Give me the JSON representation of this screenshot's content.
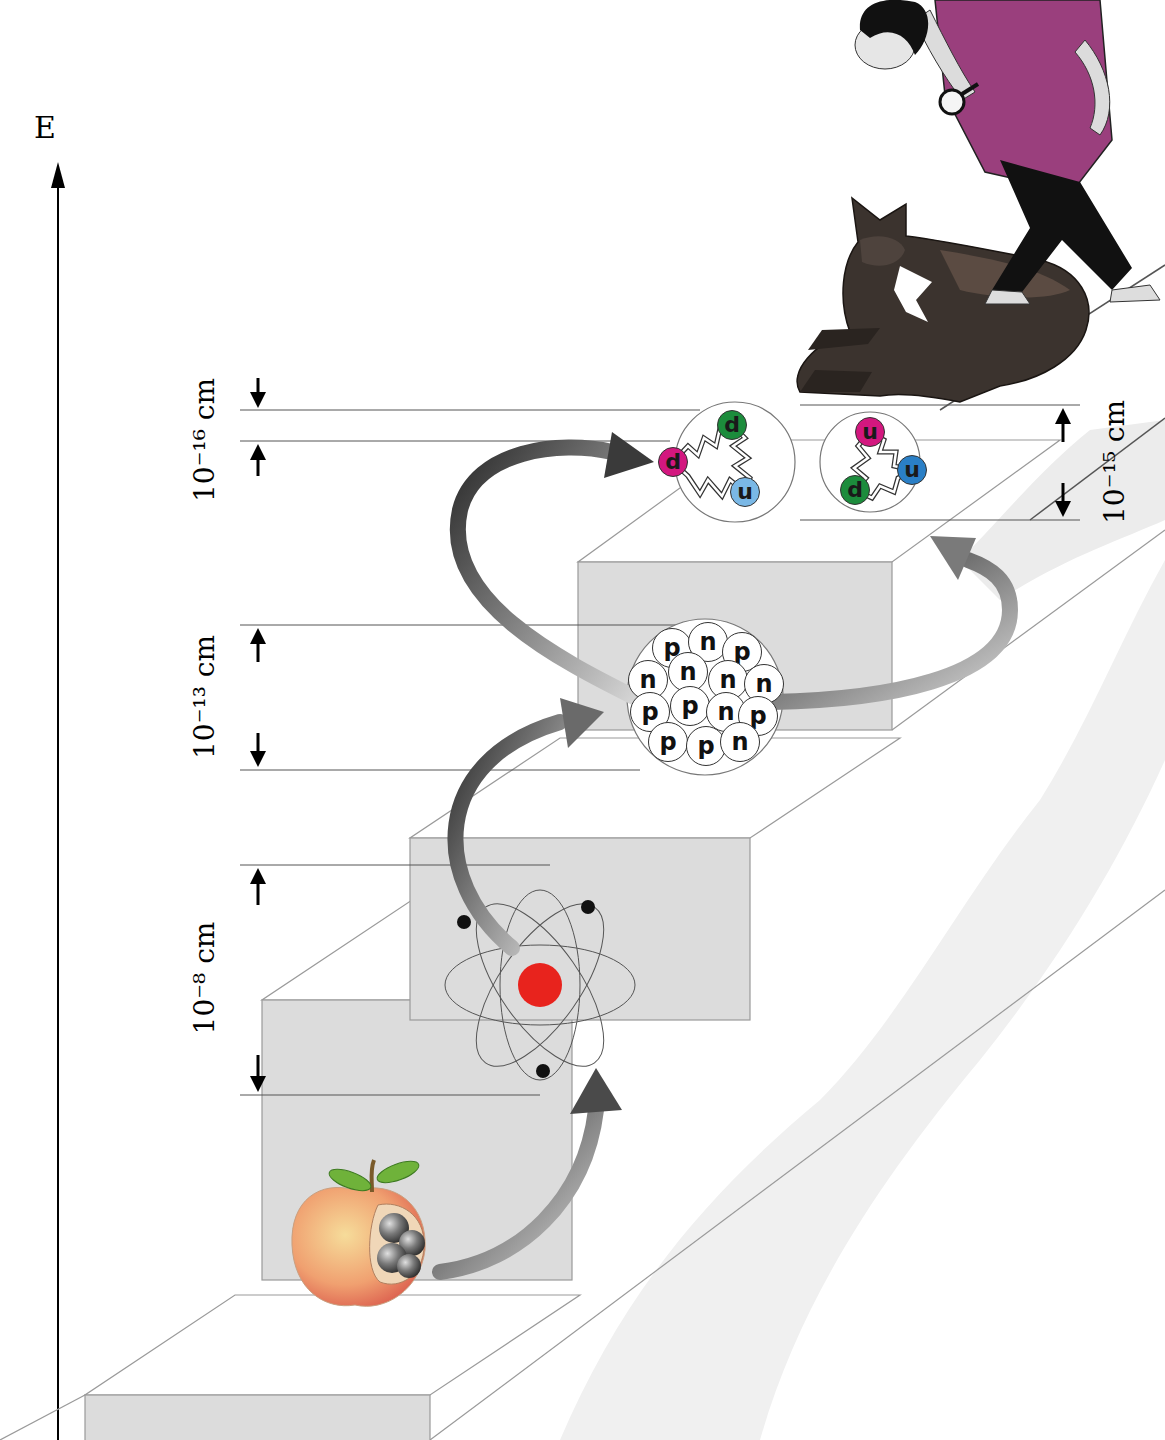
{
  "diagram": {
    "nodes": [
      {
        "text": [
          "p"
        ]
      },
      {
        "text": [
          "n"
        ]
      },
      {
        "text": [
          "p"
        ]
      },
      {
        "text": [
          "n"
        ]
      },
      {
        "text": [
          "n"
        ]
      },
      {
        "text": [
          "n"
        ]
      },
      {
        "text": [
          "n"
        ]
      },
      {
        "text": [
          "p"
        ]
      },
      {
        "text": [
          "p"
        ]
      },
      {
        "text": [
          "n"
        ]
      },
      {
        "text": [
          "p"
        ]
      },
      {
        "text": [
          "p"
        ]
      },
      {
        "text": [
          "p"
        ]
      },
      {
        "text": [
          "n"
        ]
      },
      {
        "text": [
          "d"
        ]
      },
      {
        "text": [
          "d"
        ]
      },
      {
        "text": [
          "u"
        ]
      },
      {
        "text": [
          "u"
        ]
      },
      {
        "text": [
          "u"
        ]
      },
      {
        "text": [
          "d"
        ]
      }
    ],
    "labels": [
      "E",
      "10⁻⁸ cm",
      "10⁻¹³ cm",
      "10⁻¹⁶ cm",
      "10⁻¹⁵ cm"
    ]
  }
}
